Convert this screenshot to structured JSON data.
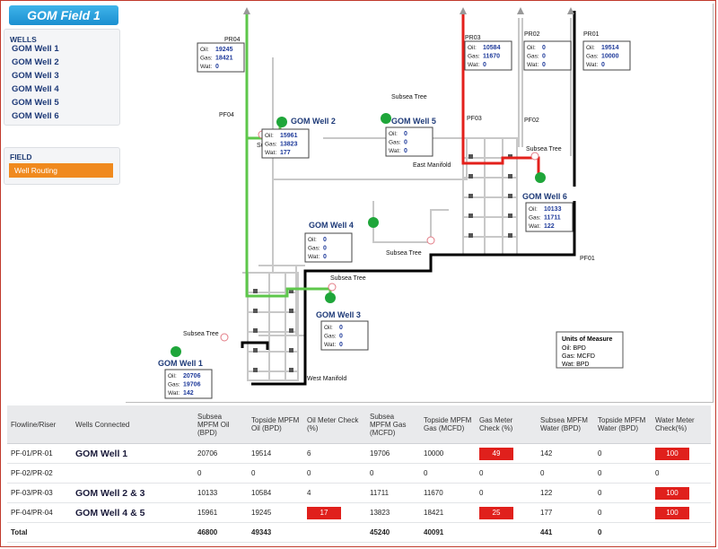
{
  "app": {
    "title": "GOM Field 1"
  },
  "sidebar": {
    "wells_title": "WELLS",
    "wells": [
      "GOM Well 1",
      "GOM Well 2",
      "GOM Well 3",
      "GOM Well 4",
      "GOM Well 5",
      "GOM Well 6"
    ],
    "field_title": "FIELD",
    "field_button": "Well Routing"
  },
  "diagram": {
    "wells": [
      {
        "name": "GOM Well 1",
        "oil": "20706",
        "gas": "19706",
        "wat": "142"
      },
      {
        "name": "GOM Well 2",
        "oil": "15961",
        "gas": "13823",
        "wat": "177"
      },
      {
        "name": "GOM Well 3",
        "oil": "0",
        "gas": "0",
        "wat": "0"
      },
      {
        "name": "GOM Well 4",
        "oil": "0",
        "gas": "0",
        "wat": "0"
      },
      {
        "name": "GOM Well 5",
        "oil": "0",
        "gas": "0",
        "wat": "0"
      },
      {
        "name": "GOM Well 6",
        "oil": "10133",
        "gas": "11711",
        "wat": "122"
      }
    ],
    "risers": [
      {
        "name": "PR04",
        "oil": "19245",
        "gas": "18421",
        "wat": "0"
      },
      {
        "name": "PR03",
        "oil": "10584",
        "gas": "11670",
        "wat": "0"
      },
      {
        "name": "PR02",
        "oil": "0",
        "gas": "0",
        "wat": "0"
      },
      {
        "name": "PR01",
        "oil": "19514",
        "gas": "10000",
        "wat": "0"
      }
    ],
    "labels": {
      "oil": "Oil:",
      "gas": "Gas:",
      "wat": "Wat:",
      "subsea_tree": "Subsea Tree",
      "east_manifold": "East Manifold",
      "west_manifold": "West Manifold",
      "pf01": "PF01",
      "pf02": "PF02",
      "pf03": "PF03",
      "pf04": "PF04"
    },
    "units": {
      "title": "Units of Measure",
      "oil": "Oil: BPD",
      "gas": "Gas: MCFD",
      "wat": "Wat: BPD"
    },
    "colors": {
      "pf01": "#000000",
      "pf03": "#e3201b",
      "pf04": "#5ec74b",
      "pipe": "#c8c8c8",
      "well": "#1fa63a"
    }
  },
  "table": {
    "headers": [
      "Flowline/Riser",
      "Wells Connected",
      "Subsea MPFM Oil (BPD)",
      "Topside MPFM Oil (BPD)",
      "Oil Meter Check (%)",
      "Subsea MPFM Gas (MCFD)",
      "Topside MPFM Gas (MCFD)",
      "Gas Meter Check (%)",
      "Subsea MPFM Water (BPD)",
      "Topside MPFM Water (BPD)",
      "Water Meter Check(%)"
    ],
    "rows": [
      {
        "riser": "PF-01/PR-01",
        "wells": "GOM Well 1",
        "so": "20706",
        "to": "19514",
        "oc": "6",
        "sg": "19706",
        "tg": "10000",
        "gc": "49",
        "sw": "142",
        "tw": "0",
        "wc": "100"
      },
      {
        "riser": "PF-02/PR-02",
        "wells": "",
        "so": "0",
        "to": "0",
        "oc": "0",
        "sg": "0",
        "tg": "0",
        "gc": "0",
        "sw": "0",
        "tw": "0",
        "wc": "0"
      },
      {
        "riser": "PF-03/PR-03",
        "wells": "GOM Well 2 & 3",
        "so": "10133",
        "to": "10584",
        "oc": "4",
        "sg": "11711",
        "tg": "11670",
        "gc": "0",
        "sw": "122",
        "tw": "0",
        "wc": "100"
      },
      {
        "riser": "PF-04/PR-04",
        "wells": "GOM Well 4 & 5",
        "so": "15961",
        "to": "19245",
        "oc": "17",
        "sg": "13823",
        "tg": "18421",
        "gc": "25",
        "sw": "177",
        "tw": "0",
        "wc": "100"
      }
    ],
    "total": {
      "label": "Total",
      "so": "46800",
      "to": "49343",
      "sg": "45240",
      "tg": "40091",
      "sw": "441",
      "tw": "0"
    },
    "alerts": {
      "r0": [
        "gc",
        "wc"
      ],
      "r2": [
        "wc"
      ],
      "r3": [
        "oc",
        "gc",
        "wc"
      ]
    }
  }
}
